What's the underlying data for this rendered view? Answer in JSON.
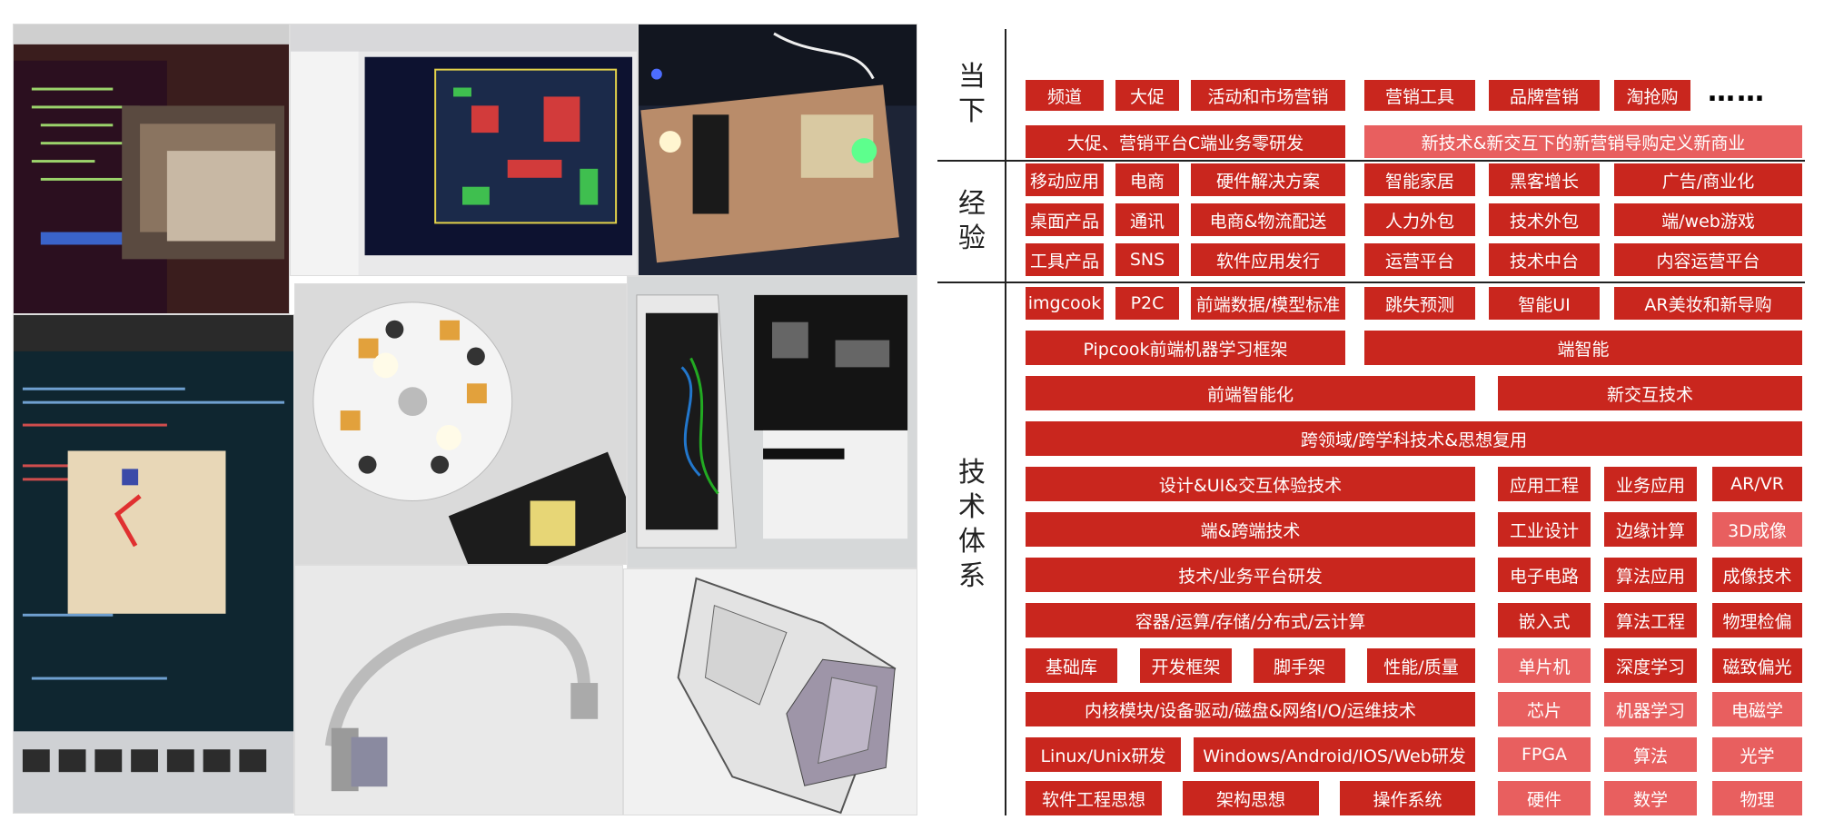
{
  "sections": {
    "current": "当下",
    "experience": "经验",
    "tech": "技术体系"
  },
  "rows": {
    "r1": [
      "频道",
      "大促",
      "活动和市场营销",
      "营销工具",
      "品牌营销",
      "淘抢购",
      "……"
    ],
    "r2": [
      "大促、营销平台C端业务零研发",
      "新技术&新交互下的新营销导购定义新商业"
    ],
    "r3": [
      "移动应用",
      "电商",
      "硬件解决方案",
      "智能家居",
      "黑客增长",
      "广告/商业化"
    ],
    "r4": [
      "桌面产品",
      "通讯",
      "电商&物流配送",
      "人力外包",
      "技术外包",
      "端/web游戏"
    ],
    "r5": [
      "工具产品",
      "SNS",
      "软件应用发行",
      "运营平台",
      "技术中台",
      "内容运营平台"
    ],
    "r6": [
      "imgcook",
      "P2C",
      "前端数据/模型标准",
      "跳失预测",
      "智能UI",
      "AR美妆和新导购"
    ],
    "r7": [
      "Pipcook前端机器学习框架",
      "端智能"
    ],
    "r8": [
      "前端智能化",
      "新交互技术"
    ],
    "r9": [
      "跨领域/跨学科技术&思想复用"
    ],
    "r10": [
      "设计&UI&交互体验技术",
      "应用工程",
      "业务应用",
      "AR/VR"
    ],
    "r11": [
      "端&跨端技术",
      "工业设计",
      "边缘计算",
      "3D成像"
    ],
    "r12": [
      "技术/业务平台研发",
      "电子电路",
      "算法应用",
      "成像技术"
    ],
    "r13": [
      "容器/运算/存储/分布式/云计算",
      "嵌入式",
      "算法工程",
      "物理检偏"
    ],
    "r14": [
      "基础库",
      "开发框架",
      "脚手架",
      "性能/质量",
      "单片机",
      "深度学习",
      "磁致偏光"
    ],
    "r15": [
      "内核模块/设备驱动/磁盘&网络I/O/运维技术",
      "芯片",
      "机器学习",
      "电磁学"
    ],
    "r16": [
      "Linux/Unix研发",
      "Windows/Android/IOS/Web研发",
      "FPGA",
      "算法",
      "光学"
    ],
    "r17": [
      "软件工程思想",
      "架构思想",
      "操作系统",
      "硬件",
      "数学",
      "物理"
    ]
  },
  "colors": {
    "red": "#c9261e",
    "light_red": "#e85f5f"
  },
  "photos": [
    "code-editor-photo",
    "pcb-layout-photo",
    "breadboard-circuit-photo",
    "robot-arm-sim-photo",
    "led-board-photo",
    "iot-device-photo",
    "3d-model-arm-photo",
    "3d-model-camera-photo"
  ]
}
